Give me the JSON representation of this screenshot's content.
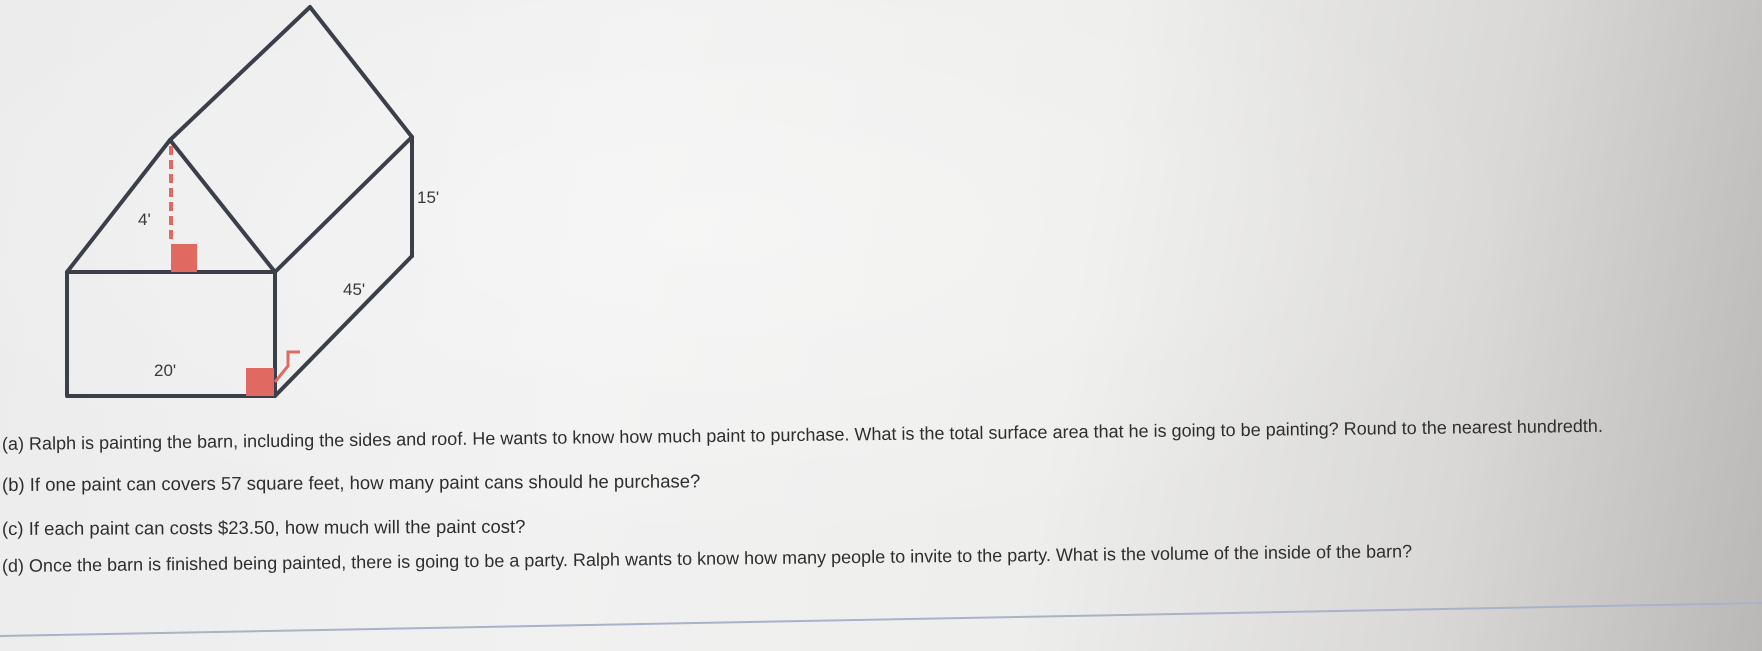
{
  "figure": {
    "labels": {
      "roof_height": "4'",
      "side_height": "15'",
      "length": "45'",
      "width": "20'"
    },
    "colors": {
      "outline": "#3a3f4a",
      "right_angle_marker": "#e06a62"
    }
  },
  "questions": {
    "a": "(a) Ralph is painting the barn, including the sides and roof. He wants to know how much paint to purchase. What is the total surface area that he is going to be painting? Round to the nearest hundredth.",
    "b": "(b) If one paint can covers 57 square feet, how many paint cans should he purchase?",
    "c": "(c) If each paint can costs $23.50, how much will the paint cost?",
    "d": "(d) Once the barn is finished being painted, there is going to be a party. Ralph wants to know how many people to invite to the party. What is the volume of the inside of the barn?"
  }
}
